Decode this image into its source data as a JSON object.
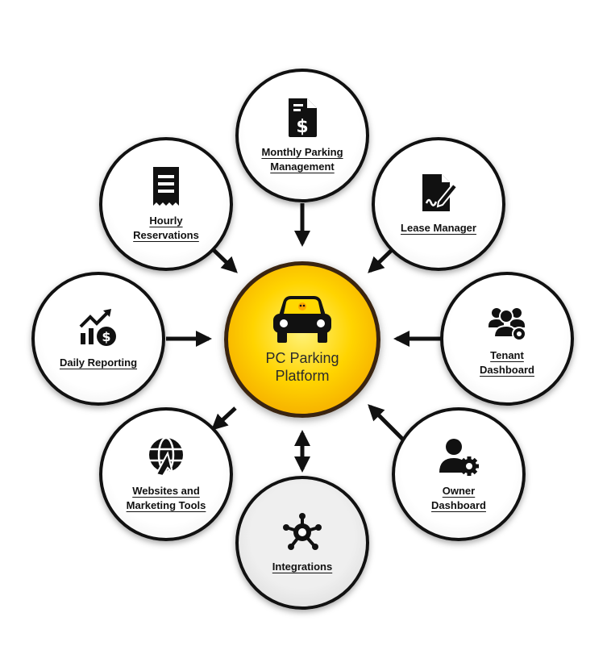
{
  "hub": {
    "label": "PC Parking\nPlatform",
    "icon": "car-icon",
    "color": "#ffd400"
  },
  "nodes": [
    {
      "label": "Monthly Parking\nManagement",
      "icon": "invoice-dollar-icon"
    },
    {
      "label": "Hourly\nReservations",
      "icon": "receipt-icon"
    },
    {
      "label": "Lease Manager",
      "icon": "signed-document-icon"
    },
    {
      "label": "Daily Reporting",
      "icon": "growth-chart-dollar-icon"
    },
    {
      "label": "Tenant\nDashboard",
      "icon": "user-group-gear-icon"
    },
    {
      "label": "Websites and\nMarketing Tools",
      "icon": "globe-cursor-icon"
    },
    {
      "label": "Owner\nDashboard",
      "icon": "user-gear-icon"
    },
    {
      "label": "Integrations",
      "icon": "hub-network-icon"
    }
  ]
}
